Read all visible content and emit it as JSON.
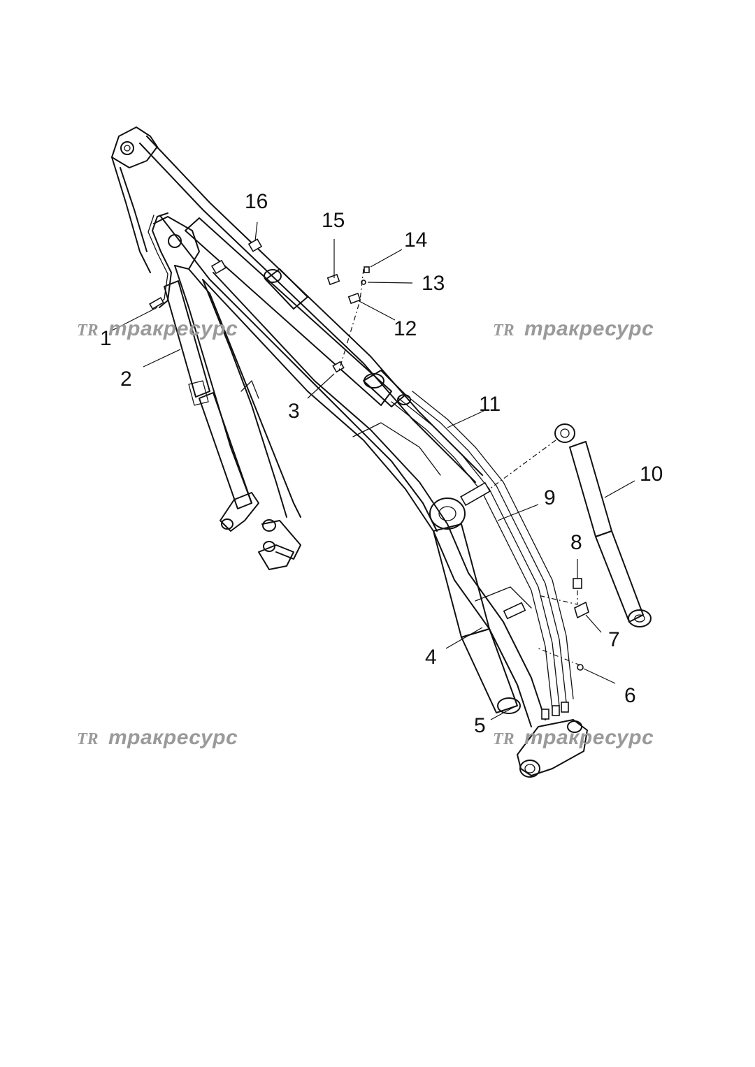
{
  "watermarks": [
    {
      "logo": "TR",
      "text": "тракресурс"
    },
    {
      "logo": "TR",
      "text": "тракресурс"
    },
    {
      "logo": "TR",
      "text": "тракресурс"
    },
    {
      "logo": "TR",
      "text": "тракресурс"
    }
  ],
  "callouts": [
    "1",
    "2",
    "3",
    "4",
    "5",
    "6",
    "7",
    "8",
    "9",
    "10",
    "11",
    "12",
    "13",
    "14",
    "15",
    "16"
  ],
  "colors": {
    "line": "#111111",
    "watermark": "#9a9a9a",
    "background": "#ffffff"
  }
}
